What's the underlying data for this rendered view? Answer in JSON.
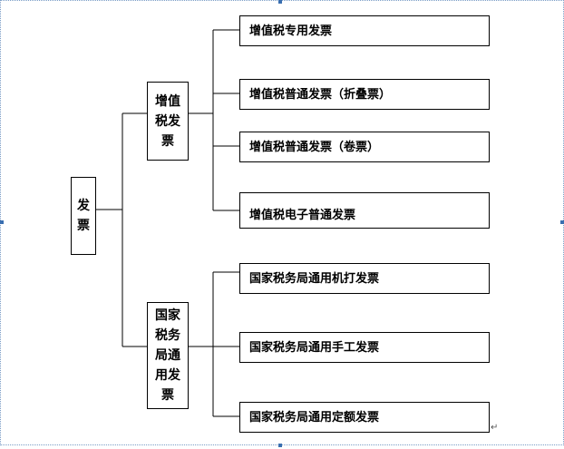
{
  "root": {
    "lines": [
      "发",
      "票"
    ]
  },
  "branches": [
    {
      "lines": [
        "增值",
        "税发",
        "票"
      ],
      "leaves": [
        "增值税专用发票",
        "增值税普通发票（折叠票）",
        "增值税普通发票（卷票）",
        "增值税电子普通发票"
      ]
    },
    {
      "lines": [
        "国家",
        "税务",
        "局通",
        "用发",
        "票"
      ],
      "leaves": [
        "国家税务局通用机打发票",
        "国家税务局通用手工发票",
        "国家税务局通用定额发票"
      ]
    }
  ],
  "paragraph_mark": "↵"
}
